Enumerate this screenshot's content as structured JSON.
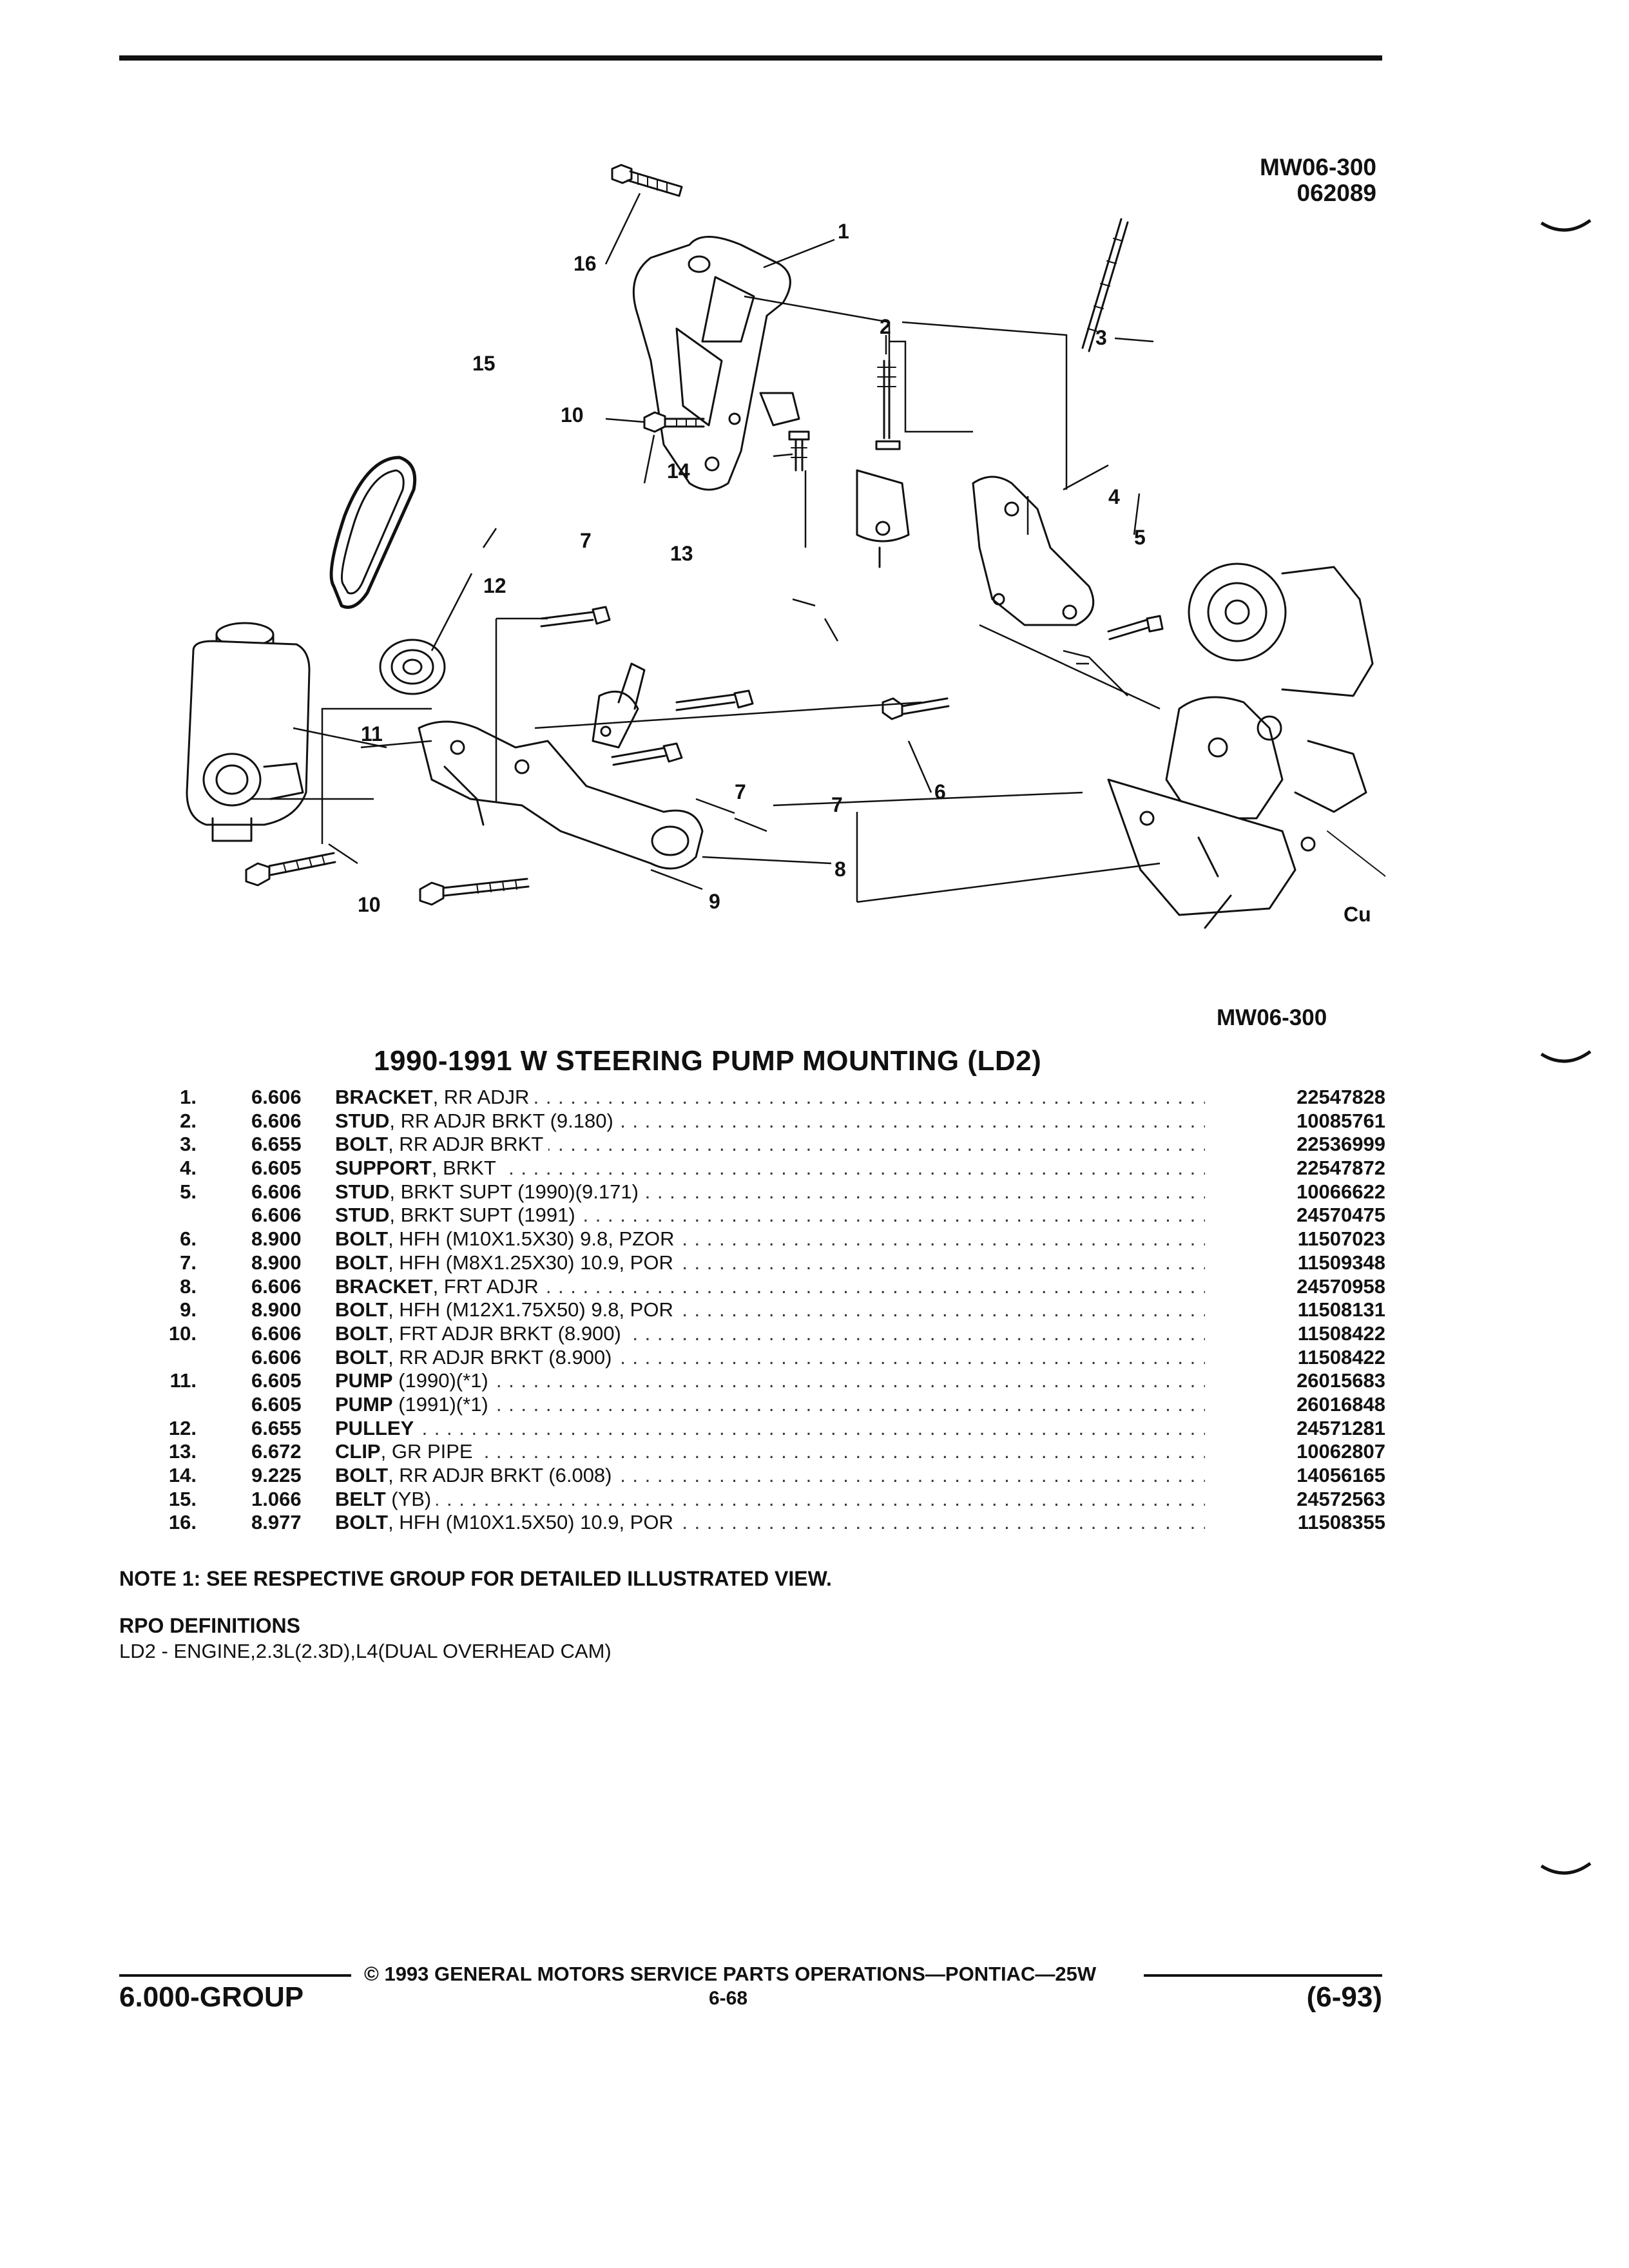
{
  "figure": {
    "id_line1": "MW06-300",
    "id_line2": "062089",
    "ref_below": "MW06-300",
    "logo_text": "Cu",
    "callouts": [
      "1",
      "2",
      "3",
      "4",
      "5",
      "6",
      "7",
      "7",
      "7",
      "8",
      "9",
      "10",
      "10",
      "11",
      "12",
      "13",
      "14",
      "15",
      "16"
    ]
  },
  "title": "1990-1991 W STEERING PUMP MOUNTING (LD2)",
  "parts": [
    {
      "no": "1.",
      "group": "6.606",
      "name": "BRACKET",
      "detail": ", RR ADJR",
      "part": "22547828"
    },
    {
      "no": "2.",
      "group": "6.606",
      "name": "STUD",
      "detail": ", RR ADJR BRKT (9.180)",
      "part": "10085761"
    },
    {
      "no": "3.",
      "group": "6.655",
      "name": "BOLT",
      "detail": ", RR ADJR BRKT",
      "part": "22536999"
    },
    {
      "no": "4.",
      "group": "6.605",
      "name": "SUPPORT",
      "detail": ", BRKT",
      "part": "22547872"
    },
    {
      "no": "5.",
      "group": "6.606",
      "name": "STUD",
      "detail": ", BRKT SUPT (1990)(9.171)",
      "part": "10066622"
    },
    {
      "no": "",
      "group": "6.606",
      "name": "STUD",
      "detail": ", BRKT SUPT (1991)",
      "part": "24570475"
    },
    {
      "no": "6.",
      "group": "8.900",
      "name": "BOLT",
      "detail": ", HFH (M10X1.5X30) 9.8, PZOR",
      "part": "11507023"
    },
    {
      "no": "7.",
      "group": "8.900",
      "name": "BOLT",
      "detail": ", HFH (M8X1.25X30) 10.9, POR",
      "part": "11509348"
    },
    {
      "no": "8.",
      "group": "6.606",
      "name": "BRACKET",
      "detail": ", FRT ADJR",
      "part": "24570958"
    },
    {
      "no": "9.",
      "group": "8.900",
      "name": "BOLT",
      "detail": ", HFH (M12X1.75X50) 9.8, POR",
      "part": "11508131"
    },
    {
      "no": "10.",
      "group": "6.606",
      "name": "BOLT",
      "detail": ", FRT ADJR BRKT (8.900)",
      "part": "11508422"
    },
    {
      "no": "",
      "group": "6.606",
      "name": "BOLT",
      "detail": ", RR ADJR BRKT (8.900)",
      "part": "11508422"
    },
    {
      "no": "11.",
      "group": "6.605",
      "name": "PUMP",
      "detail": " (1990)(*1)",
      "part": "26015683"
    },
    {
      "no": "",
      "group": "6.605",
      "name": "PUMP",
      "detail": " (1991)(*1)",
      "part": "26016848"
    },
    {
      "no": "12.",
      "group": "6.655",
      "name": "PULLEY",
      "detail": "",
      "part": "24571281"
    },
    {
      "no": "13.",
      "group": "6.672",
      "name": "CLIP",
      "detail": ", GR PIPE",
      "part": "10062807"
    },
    {
      "no": "14.",
      "group": "9.225",
      "name": "BOLT",
      "detail": ", RR ADJR BRKT (6.008)",
      "part": "14056165"
    },
    {
      "no": "15.",
      "group": "1.066",
      "name": "BELT",
      "detail": " (YB)",
      "part": "24572563"
    },
    {
      "no": "16.",
      "group": "8.977",
      "name": "BOLT",
      "detail": ", HFH (M10X1.5X50) 10.9, POR",
      "part": "11508355"
    }
  ],
  "note": "NOTE  1:  SEE RESPECTIVE GROUP FOR DETAILED ILLUSTRATED VIEW.",
  "rpo": {
    "heading": "RPO DEFINITIONS",
    "definition": "LD2 - ENGINE,2.3L(2.3D),L4(DUAL OVERHEAD CAM)"
  },
  "footer": {
    "copyright": "©  1993  GENERAL MOTORS SERVICE PARTS OPERATIONS—PONTIAC—25W",
    "group": "6.000-GROUP",
    "page": "6-68",
    "date": "(6-93)"
  }
}
